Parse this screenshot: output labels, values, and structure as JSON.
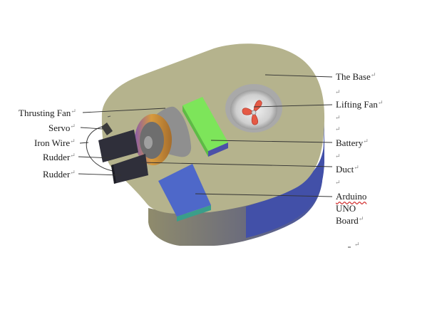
{
  "labels": {
    "the_base": "The Base",
    "lifting_fan": "Lifting Fan",
    "battery": "Battery",
    "duct": "Duct",
    "arduino_line1": "Arduino",
    "arduino_line2": "UNO",
    "arduino_line3": "Board",
    "thrusting_fan": "Thrusting Fan",
    "servo": "Servo",
    "iron_wire": "Iron Wire",
    "rudder_1": "Rudder",
    "rudder_2": "Rudder"
  },
  "marks": {
    "return_mark": "↵"
  },
  "colors": {
    "base_top": "#b7b58f",
    "base_side": "#45509e",
    "battery_top": "#7ee65c",
    "battery_side": "#4b4fa8",
    "arduino_top": "#4e68c9",
    "arduino_side": "#3a9e8a",
    "duct": "#c58a3a",
    "thrust_fan_body": "#8f8f8f",
    "fan_blades": "#e55a45",
    "rudder": "#2f2f3a"
  }
}
